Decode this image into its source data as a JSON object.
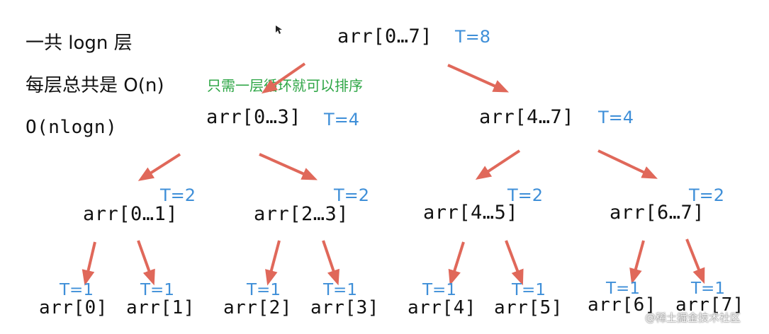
{
  "notes": {
    "line1": "一共 logn 层",
    "line2": "每层总共是 O(n)",
    "line3": "O(nlogn)",
    "green_note": "只需一层循环就可以排序"
  },
  "tree": {
    "root": {
      "label": "arr[0…7]",
      "t": "T=8"
    },
    "level1": [
      {
        "label": "arr[0…3]",
        "t": "T=4"
      },
      {
        "label": "arr[4…7]",
        "t": "T=4"
      }
    ],
    "level2": [
      {
        "label": "arr[0…1]",
        "t": "T=2"
      },
      {
        "label": "arr[2…3]",
        "t": "T=2"
      },
      {
        "label": "arr[4…5]",
        "t": "T=2"
      },
      {
        "label": "arr[6…7]",
        "t": "T=2"
      }
    ],
    "leaves": [
      {
        "label": "arr[0]",
        "t": "T=1"
      },
      {
        "label": "arr[1]",
        "t": "T=1"
      },
      {
        "label": "arr[2]",
        "t": "T=1"
      },
      {
        "label": "arr[3]",
        "t": "T=1"
      },
      {
        "label": "arr[4]",
        "t": "T=1"
      },
      {
        "label": "arr[5]",
        "t": "T=1"
      },
      {
        "label": "arr[6]",
        "t": "T=1"
      },
      {
        "label": "arr[7]",
        "t": "T=1"
      }
    ]
  },
  "watermark": "@稀土掘金技术社区",
  "colors": {
    "arrow": "#e0685a",
    "t_label": "#3f8fd8",
    "note": "#2ea646",
    "text": "#111111"
  }
}
